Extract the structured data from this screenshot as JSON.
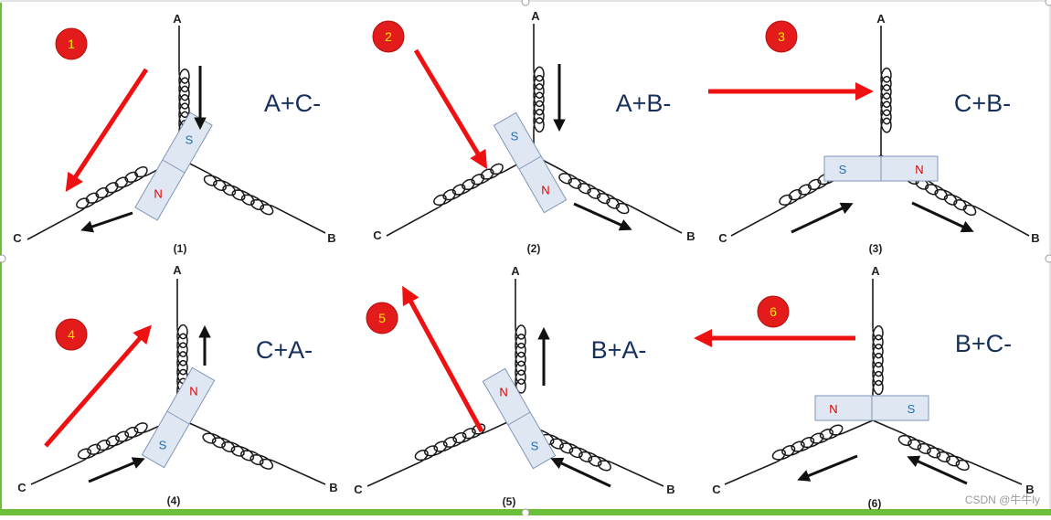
{
  "colors": {
    "arrow_red": "#ee1111",
    "badge_red": "#e31b1b",
    "badge_text": "#ffee00",
    "label_navy": "#16305c",
    "magnet_fill": "#dfe7f2",
    "magnet_stroke": "#7f96b8",
    "pole_n": "#e00000",
    "pole_s": "#1f6fb2",
    "border_green": "#6bbf3a",
    "handle": "#9a9a9a"
  },
  "panels": [
    {
      "step": "1",
      "label": "A+C-",
      "caption": "(1)",
      "terminals": {
        "a": "A",
        "b": "B",
        "c": "C"
      },
      "poles": {
        "n": "N",
        "s": "S"
      }
    },
    {
      "step": "2",
      "label": "A+B-",
      "caption": "(2)",
      "terminals": {
        "a": "A",
        "b": "B",
        "c": "C"
      },
      "poles": {
        "n": "N",
        "s": "S"
      }
    },
    {
      "step": "3",
      "label": "C+B-",
      "caption": "(3)",
      "terminals": {
        "a": "A",
        "b": "B",
        "c": "C"
      },
      "poles": {
        "n": "N",
        "s": "S"
      }
    },
    {
      "step": "4",
      "label": "C+A-",
      "caption": "(4)",
      "terminals": {
        "a": "A",
        "b": "B",
        "c": "C"
      },
      "poles": {
        "n": "N",
        "s": "S"
      }
    },
    {
      "step": "5",
      "label": "B+A-",
      "caption": "(5)",
      "terminals": {
        "a": "A",
        "b": "B",
        "c": "C"
      },
      "poles": {
        "n": "N",
        "s": "S"
      }
    },
    {
      "step": "6",
      "label": "B+C-",
      "caption": "(6)",
      "terminals": {
        "a": "A",
        "b": "B",
        "c": "C"
      },
      "poles": {
        "n": "N",
        "s": "S"
      }
    }
  ],
  "watermark": "CSDN @牛牛ly"
}
